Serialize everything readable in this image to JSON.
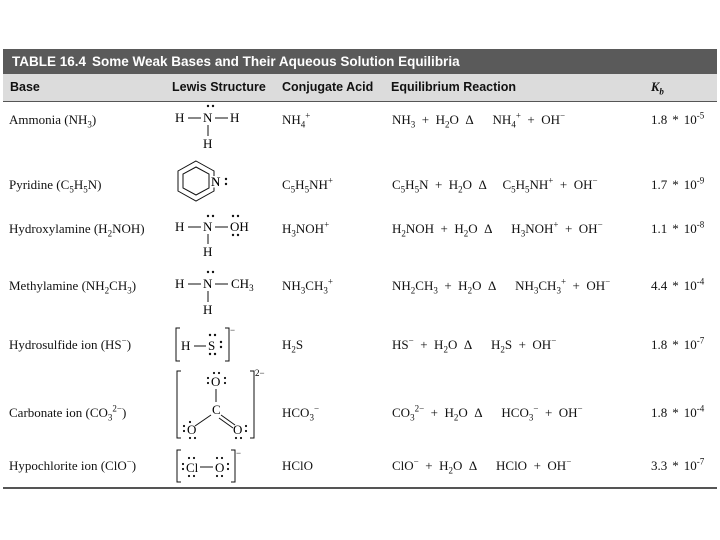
{
  "title": {
    "number": "TABLE 16.4",
    "text": "Some Weak Bases and Their Aqueous Solution Equilibria"
  },
  "headers": {
    "base": "Base",
    "lewis": "Lewis Structure",
    "acid": "Conjugate Acid",
    "reaction": "Equilibrium Reaction",
    "kb_main": "K",
    "kb_sub": "b"
  },
  "rows": [
    {
      "base": {
        "pre": "Ammonia (NH",
        "sub": "3",
        "post": ")"
      },
      "acid": "NH4+",
      "rxn": [
        "NH3 + H2O",
        "Δ",
        "NH4+ + OH−"
      ],
      "kb": {
        "mant": "1.8",
        "exp": "-5"
      }
    },
    {
      "base": {
        "pre": "Pyridine (C",
        "sub": "5",
        "mid": "H",
        "sub2": "5",
        "post": "N)"
      },
      "acid": "C5H5NH+",
      "rxn": [
        "C5H5N + H2O",
        "Δ",
        "C5H5NH+ + OH−"
      ],
      "kb": {
        "mant": "1.7",
        "exp": "-9"
      }
    },
    {
      "base": {
        "pre": "Hydroxylamine (H",
        "sub": "2",
        "post": "NOH)"
      },
      "acid": "H3NOH+",
      "rxn": [
        "H2NOH + H2O",
        "Δ",
        "H3NOH+ + OH−"
      ],
      "kb": {
        "mant": "1.1",
        "exp": "-8"
      }
    },
    {
      "base": {
        "pre": "Methylamine (NH",
        "sub": "2",
        "mid": "CH",
        "sub2": "3",
        "post": ")"
      },
      "acid": "NH3CH3+",
      "rxn": [
        "NH2CH3 + H2O",
        "Δ",
        "NH3CH3+ + OH−"
      ],
      "kb": {
        "mant": "4.4",
        "exp": "-4"
      }
    },
    {
      "base": {
        "pre": "Hydrosulfide ion (HS",
        "sup": "−",
        "post": ")"
      },
      "acid": "H2S",
      "rxn": [
        "HS− + H2O",
        "Δ",
        "H2S + OH−"
      ],
      "kb": {
        "mant": "1.8",
        "exp": "-7"
      }
    },
    {
      "base": {
        "pre": "Carbonate ion (CO",
        "sub": "3",
        "sup": "2−",
        "post": ")"
      },
      "acid": "HCO3−",
      "rxn": [
        "CO32− + H2O",
        "Δ",
        "HCO3− + OH−"
      ],
      "kb": {
        "mant": "1.8",
        "exp": "-4"
      }
    },
    {
      "base": {
        "pre": "Hypochlorite ion (ClO",
        "sup": "−",
        "post": ")"
      },
      "acid": "HClO",
      "rxn": [
        "ClO− + H2O",
        "Δ",
        "HClO + OH−"
      ],
      "kb": {
        "mant": "3.3",
        "exp": "-7"
      }
    }
  ],
  "kb_times": "*",
  "kb_base": "10",
  "lewis_text": {
    "ammonia": {
      "h": "H",
      "n": "N"
    },
    "pyridine": {
      "n": "N"
    },
    "hydroxylamine": {
      "h": "H",
      "n": "N",
      "oh": "OH"
    },
    "methylamine": {
      "h": "H",
      "n": "N",
      "ch3": "CH3"
    },
    "hydrosulfide": {
      "h": "H",
      "s": "S",
      "charge": "−"
    },
    "carbonate": {
      "o": "O",
      "c": "C",
      "charge": "2−"
    },
    "hypochlorite": {
      "cl": "Cl",
      "o": "O",
      "charge": "−"
    }
  }
}
